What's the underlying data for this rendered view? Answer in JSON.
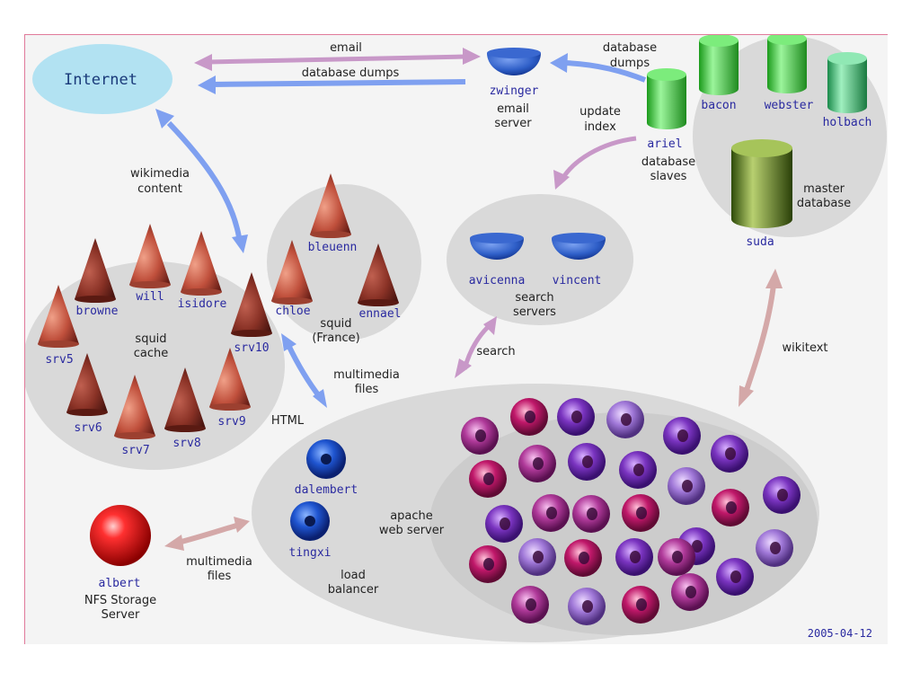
{
  "internet": "Internet",
  "date": "2005-04-12",
  "arrows": {
    "email": "email",
    "database_dumps_left": "database dumps",
    "database_dumps_top": [
      "database",
      "dumps"
    ],
    "update_index": [
      "update",
      "index"
    ],
    "wikimedia_content": [
      "wikimedia",
      "content"
    ],
    "search": "search",
    "wikitext": "wikitext",
    "multimedia_files_top": [
      "multimedia",
      "files"
    ],
    "html": "HTML",
    "multimedia_files_bottom": [
      "multimedia",
      "files"
    ]
  },
  "email_server": {
    "name": "zwinger",
    "label": [
      "email",
      "server"
    ]
  },
  "databases": {
    "slaves": [
      "ariel",
      "bacon",
      "webster",
      "holbach"
    ],
    "slaves_label": [
      "database",
      "slaves"
    ],
    "master": "suda",
    "master_label": [
      "master",
      "database"
    ]
  },
  "search_servers": {
    "names": [
      "avicenna",
      "vincent"
    ],
    "label": [
      "search",
      "servers"
    ]
  },
  "squid_cache": {
    "names": [
      "browne",
      "will",
      "isidore",
      "srv5",
      "srv10",
      "srv6",
      "srv7",
      "srv8",
      "srv9"
    ],
    "label": [
      "squid",
      "cache"
    ]
  },
  "squid_france": {
    "names": [
      "bleuenn",
      "chloe",
      "ennael"
    ],
    "label": [
      "squid",
      "(France)"
    ]
  },
  "load_balancers": {
    "names": [
      "dalembert",
      "tingxi"
    ],
    "label": [
      "load",
      "balancer"
    ]
  },
  "apache": {
    "label": [
      "apache",
      "web server"
    ]
  },
  "nfs": {
    "name": "albert",
    "label": [
      "NFS Storage",
      "Server"
    ]
  },
  "colors": {
    "cone": "#c85a45",
    "slave_db": "#3ad83a",
    "master_db": "#4f7a1a",
    "bowl": "#2f5fc8",
    "lb_torus": "#1f55d0",
    "nfs_sphere": "#e01818",
    "cloud": "#b2e2f2"
  }
}
